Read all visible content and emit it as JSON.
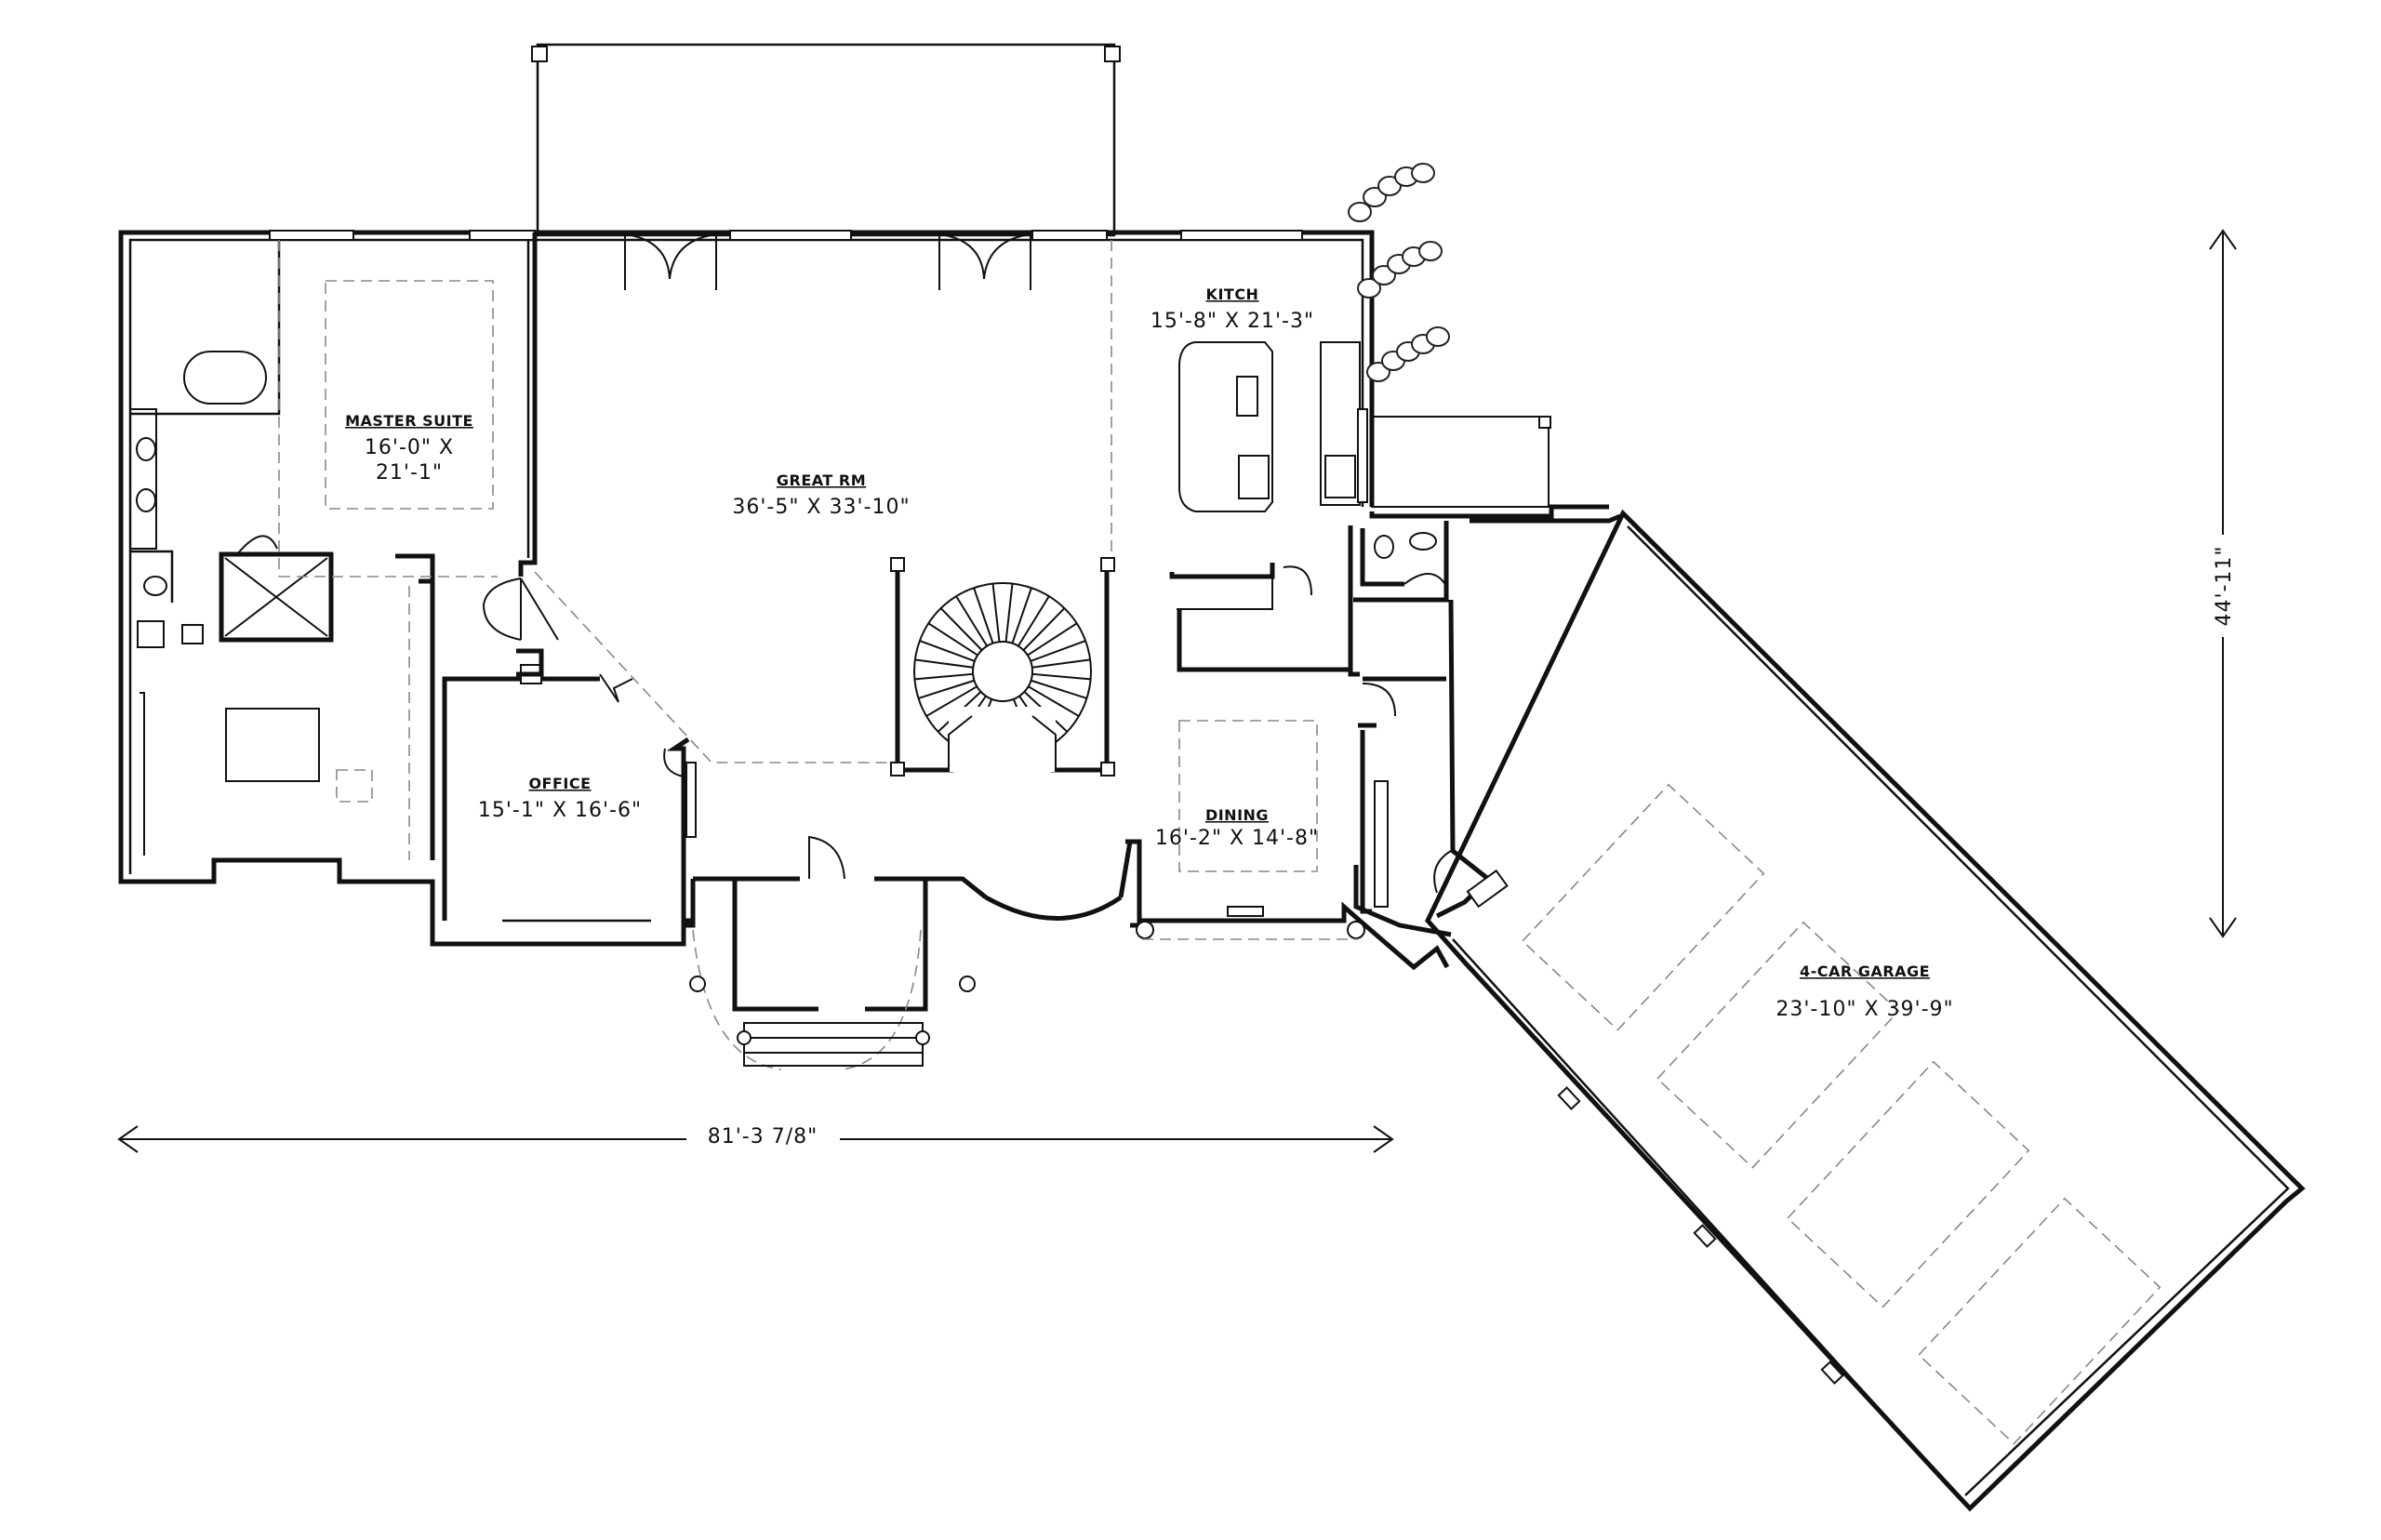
{
  "rooms": {
    "master_suite": {
      "name": "MASTER SUITE",
      "dim_line1": "16'-0\" X",
      "dim_line2": "21'-1\""
    },
    "great_room": {
      "name": "GREAT RM",
      "dims": "36'-5\" X 33'-10\""
    },
    "kitchen": {
      "name": "KITCH",
      "dims": "15'-8\" X 21'-3\""
    },
    "office": {
      "name": "OFFICE",
      "dims": "15'-1\" X 16'-6\""
    },
    "dining": {
      "name": "DINING",
      "dims": "16'-2\" X 14'-8\""
    },
    "garage": {
      "name": "4-CAR GARAGE",
      "dims": "23'-10\" X 39'-9\""
    }
  },
  "dimensions": {
    "overall_width": "81'-3 7/8\"",
    "overall_depth": "44'-11\""
  }
}
